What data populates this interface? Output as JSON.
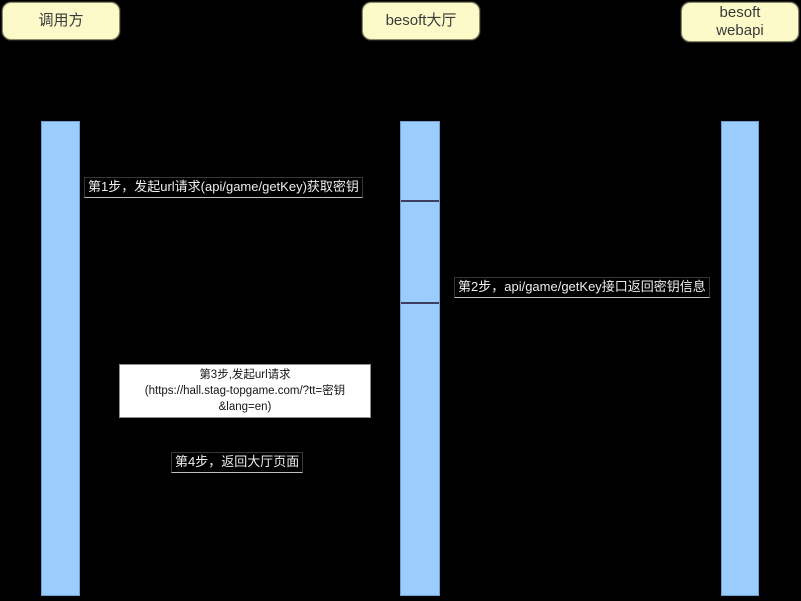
{
  "diagram": {
    "type": "sequence-diagram",
    "actors": [
      {
        "label": "调用方"
      },
      {
        "label": "besoft大厅"
      },
      {
        "label": "besoft\nwebapi"
      }
    ],
    "messages": [
      {
        "step": "1",
        "label": "第1步，发起url请求(api/game/getKey)获取密钥"
      },
      {
        "step": "2",
        "label": "第2步，api/game/getKey接口返回密钥信息"
      },
      {
        "step": "3",
        "label": "第3步,发起url请求\n(https://hall.stag-topgame.com/?tt=密钥&lang=en)"
      },
      {
        "step": "4",
        "label": "第4步，返回大厅页面"
      }
    ],
    "lifelines": {
      "caller_segments": 1,
      "hall_segments": 3,
      "webapi_segments": 1
    },
    "colors": {
      "background": "#000000",
      "actor_fill": "#FBFAC8",
      "actor_text": "#3A3A3A",
      "activation_fill": "#9BCDFC",
      "activation_divider": "#3D3D62",
      "message_text": "#EDEDED",
      "note_fill": "#FFFFFF",
      "note_text": "#141414"
    }
  }
}
